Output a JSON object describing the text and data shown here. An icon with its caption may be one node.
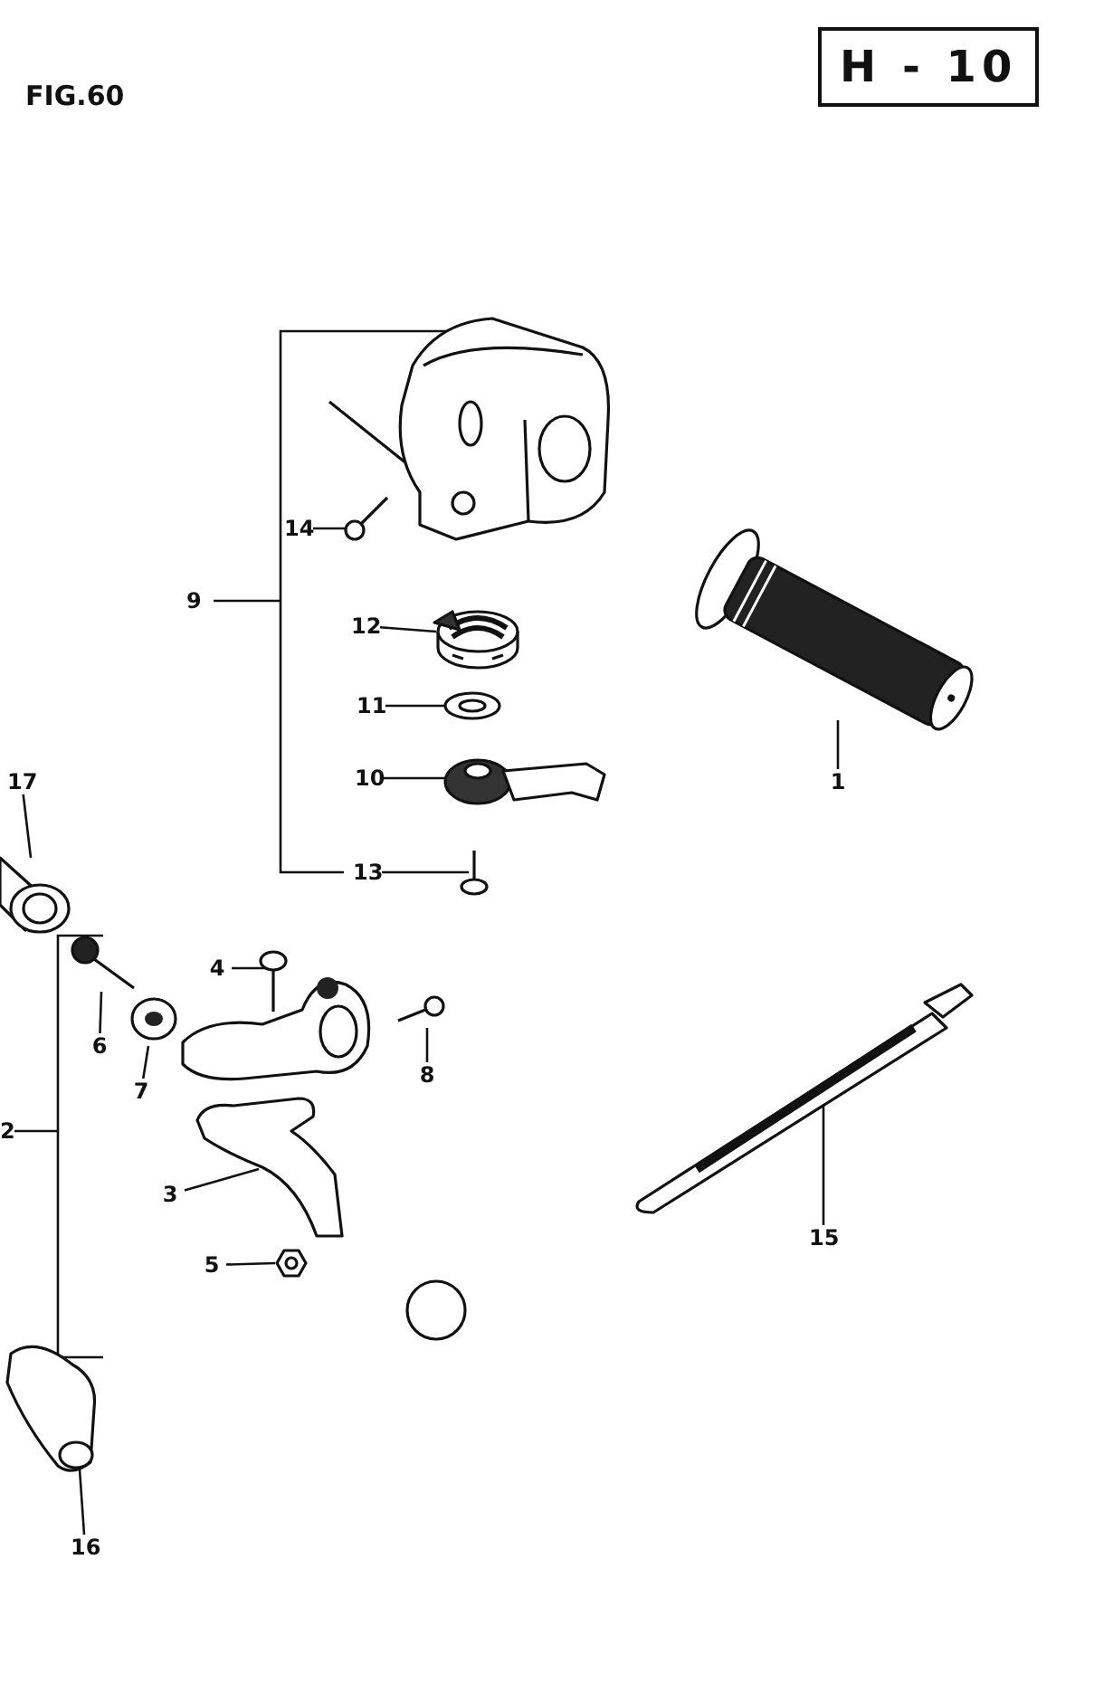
{
  "diagram": {
    "title": "FIG.60",
    "nodes": [
      {
        "text": [
          "1"
        ]
      },
      {
        "text": [
          "14"
        ]
      },
      {
        "text": [
          "12"
        ]
      },
      {
        "text": [
          "11"
        ]
      },
      {
        "text": [
          "10"
        ]
      },
      {
        "text": [
          "13"
        ]
      },
      {
        "text": [
          "17"
        ]
      },
      {
        "text": [
          "4"
        ]
      },
      {
        "text": [
          "6"
        ]
      },
      {
        "text": [
          "7"
        ]
      },
      {
        "text": [
          "8"
        ]
      },
      {
        "text": [
          "3"
        ]
      },
      {
        "text": [
          "5"
        ]
      },
      {
        "text": [
          "15"
        ]
      },
      {
        "text": [
          "16"
        ]
      },
      {
        "text": [],
        "shape": "picture"
      },
      {
        "text": [],
        "shape": "picture"
      },
      {
        "text": [],
        "shape": "picture"
      },
      {
        "text": [],
        "shape": "picture"
      },
      {
        "text": [],
        "shape": "picture"
      },
      {
        "text": [],
        "shape": "picture"
      },
      {
        "text": [],
        "shape": "picture"
      },
      {
        "text": [],
        "shape": "picture"
      },
      {
        "text": [],
        "shape": "picture"
      },
      {
        "text": [],
        "shape": "picture"
      },
      {
        "text": [],
        "shape": "picture"
      },
      {
        "text": [],
        "shape": "picture"
      },
      {
        "text": [],
        "shape": "picture"
      },
      {
        "text": [],
        "shape": "picture"
      },
      {
        "text": [],
        "shape": "picture"
      }
    ],
    "edges": [
      {
        "from": 0,
        "to": 15,
        "arrow": "none"
      },
      {
        "from": 1,
        "to": 16,
        "arrow": "none"
      },
      {
        "from": 2,
        "to": 17,
        "arrow": "none"
      },
      {
        "from": 3,
        "to": 18,
        "arrow": "none"
      },
      {
        "from": 4,
        "to": 19,
        "arrow": "none"
      },
      {
        "from": 5,
        "to": 20,
        "arrow": "none"
      },
      {
        "from": 6,
        "to": 21,
        "arrow": "none"
      },
      {
        "from": 7,
        "to": 22,
        "arrow": "none"
      },
      {
        "from": 8,
        "to": 23,
        "arrow": "none"
      },
      {
        "from": 9,
        "to": 24,
        "arrow": "none"
      },
      {
        "from": 10,
        "to": 25,
        "arrow": "none"
      },
      {
        "from": 11,
        "to": 26,
        "arrow": "none"
      },
      {
        "from": 12,
        "to": 27,
        "arrow": "none"
      },
      {
        "from": 13,
        "to": 28,
        "arrow": "none"
      },
      {
        "from": 14,
        "to": 29,
        "arrow": "none"
      }
    ],
    "labels": [
      "H - 10",
      "9",
      "2"
    ]
  }
}
